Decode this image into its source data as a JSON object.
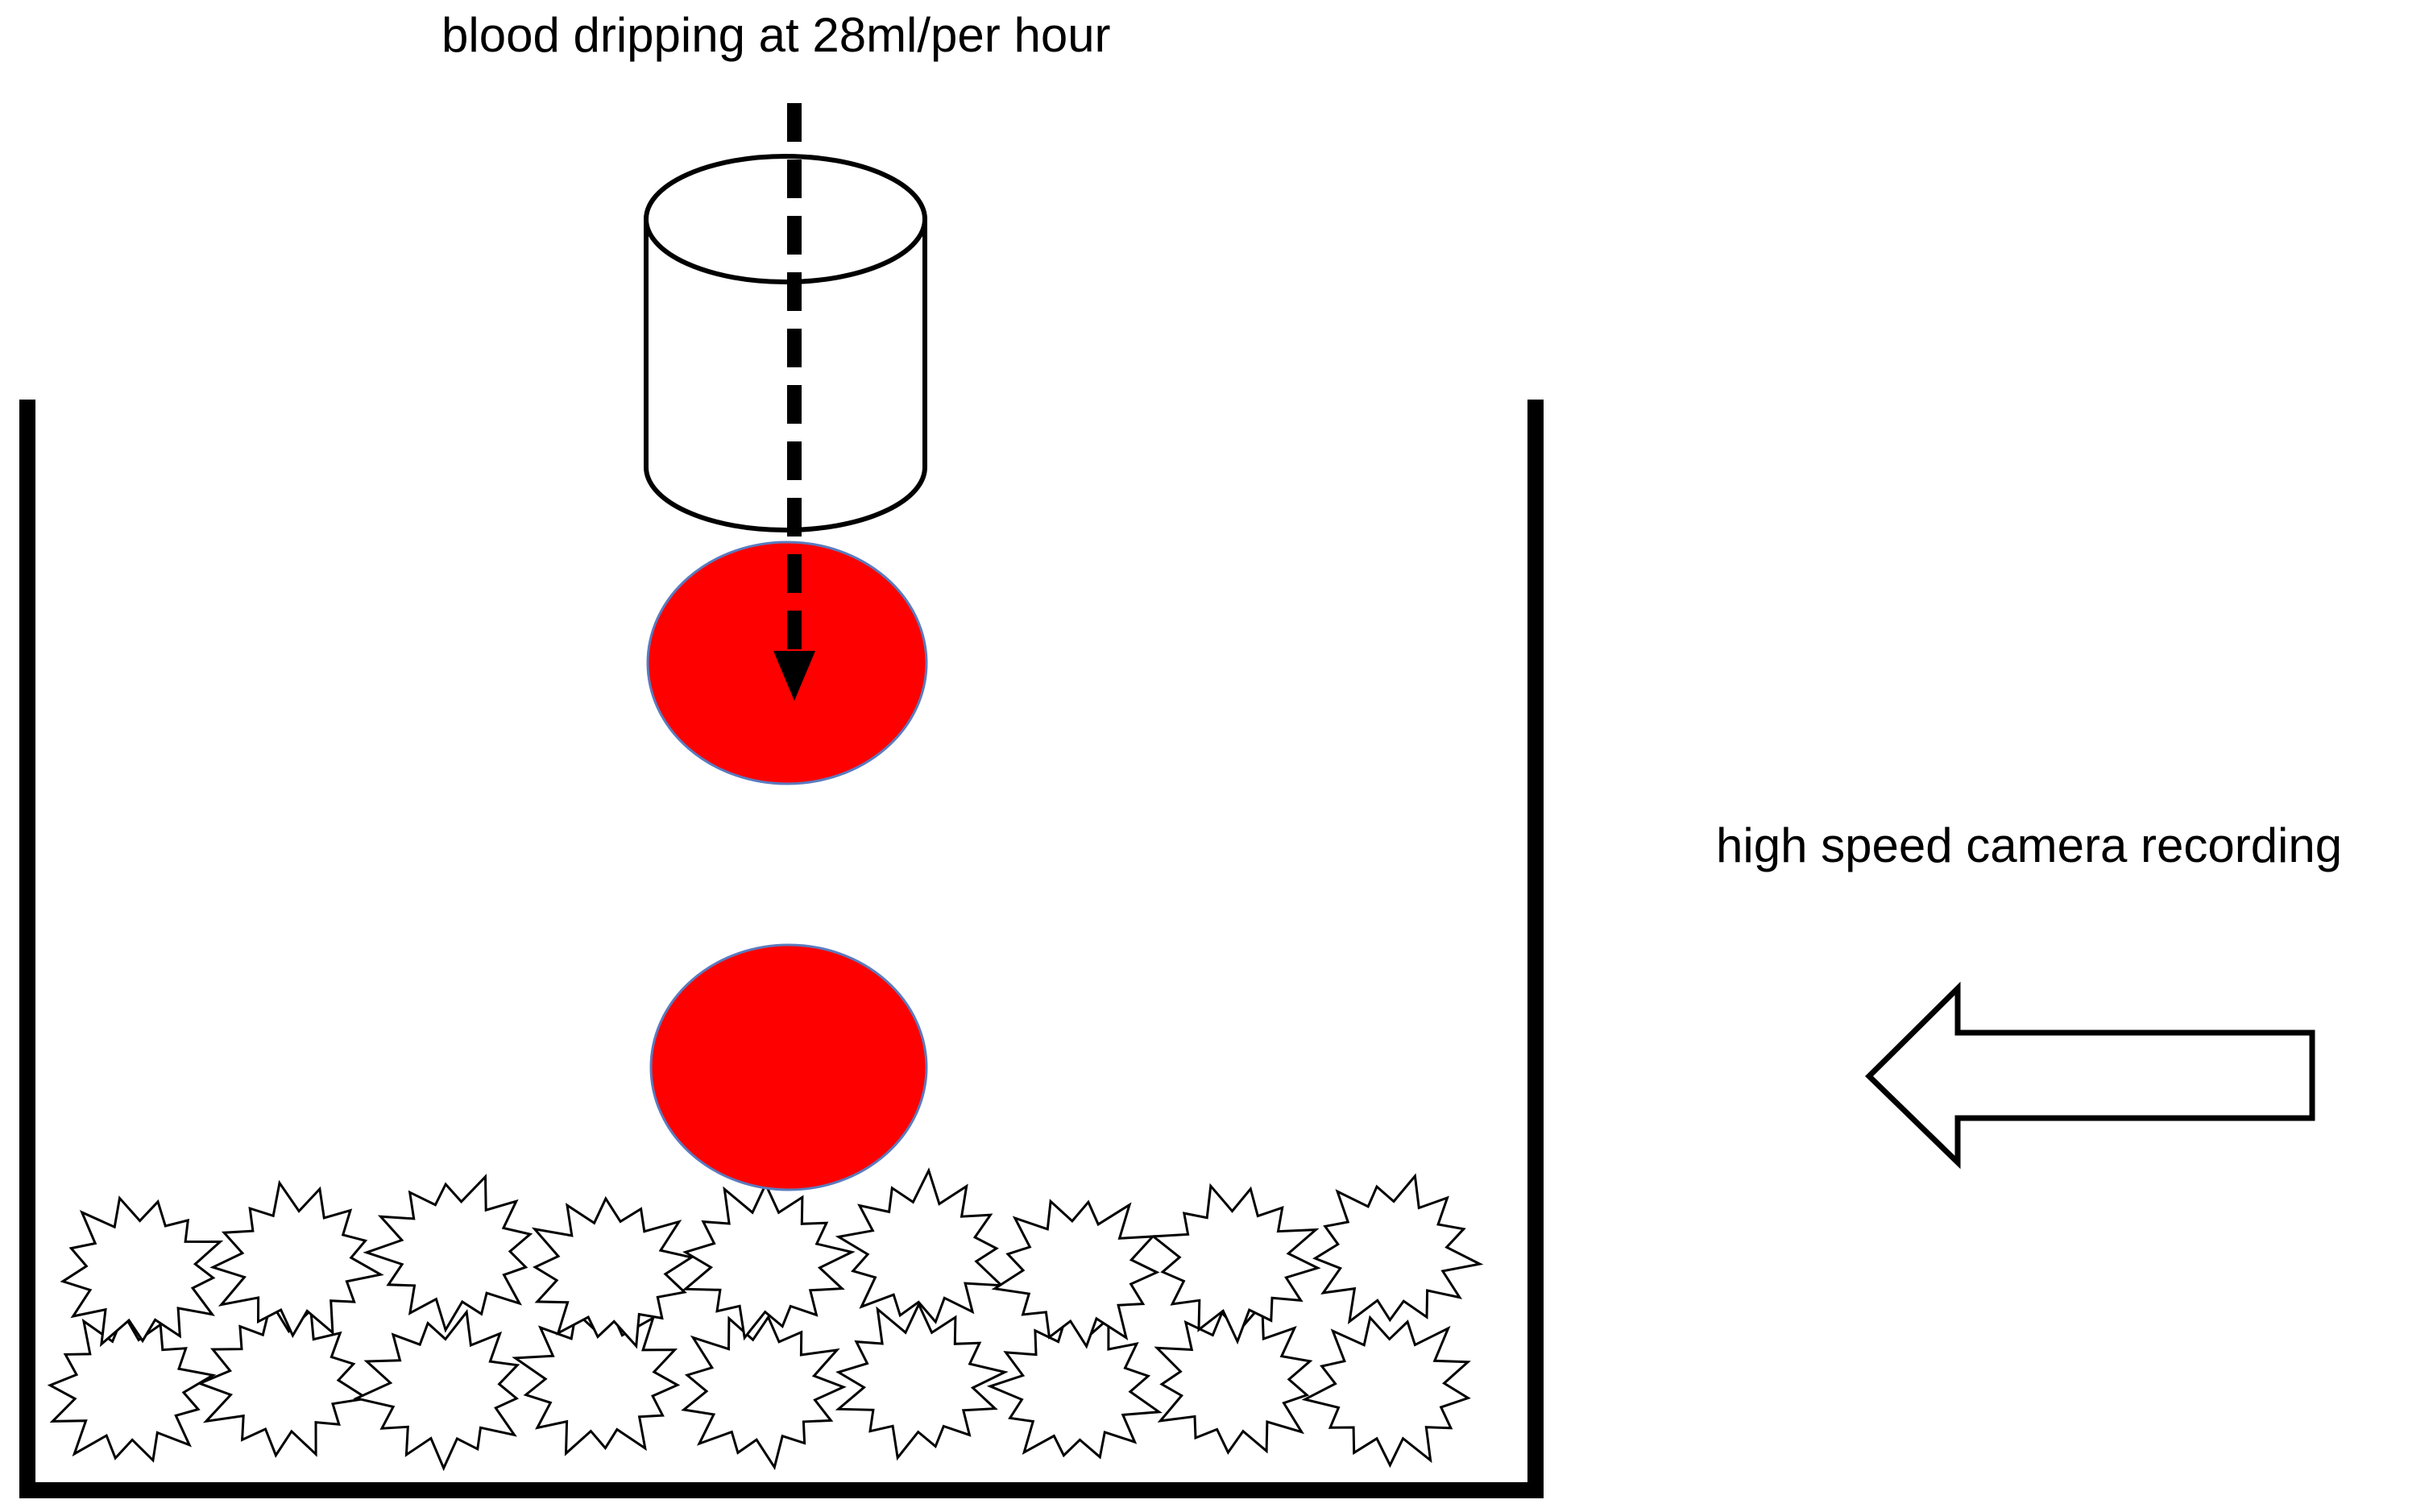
{
  "labels": {
    "drip_rate": "blood dripping at 28ml/per hour",
    "camera": "high speed camera recording"
  },
  "colors": {
    "blood": "#ff0000",
    "blood_edge": "#5a7bbf",
    "line": "#000000",
    "background": "#ffffff"
  },
  "icons": {
    "container": "container-beaker",
    "nozzle": "cylinder-nozzle",
    "droplet": "blood-droplet",
    "surface": "spiky-substrate",
    "camera_direction": "left-arrow-icon"
  }
}
